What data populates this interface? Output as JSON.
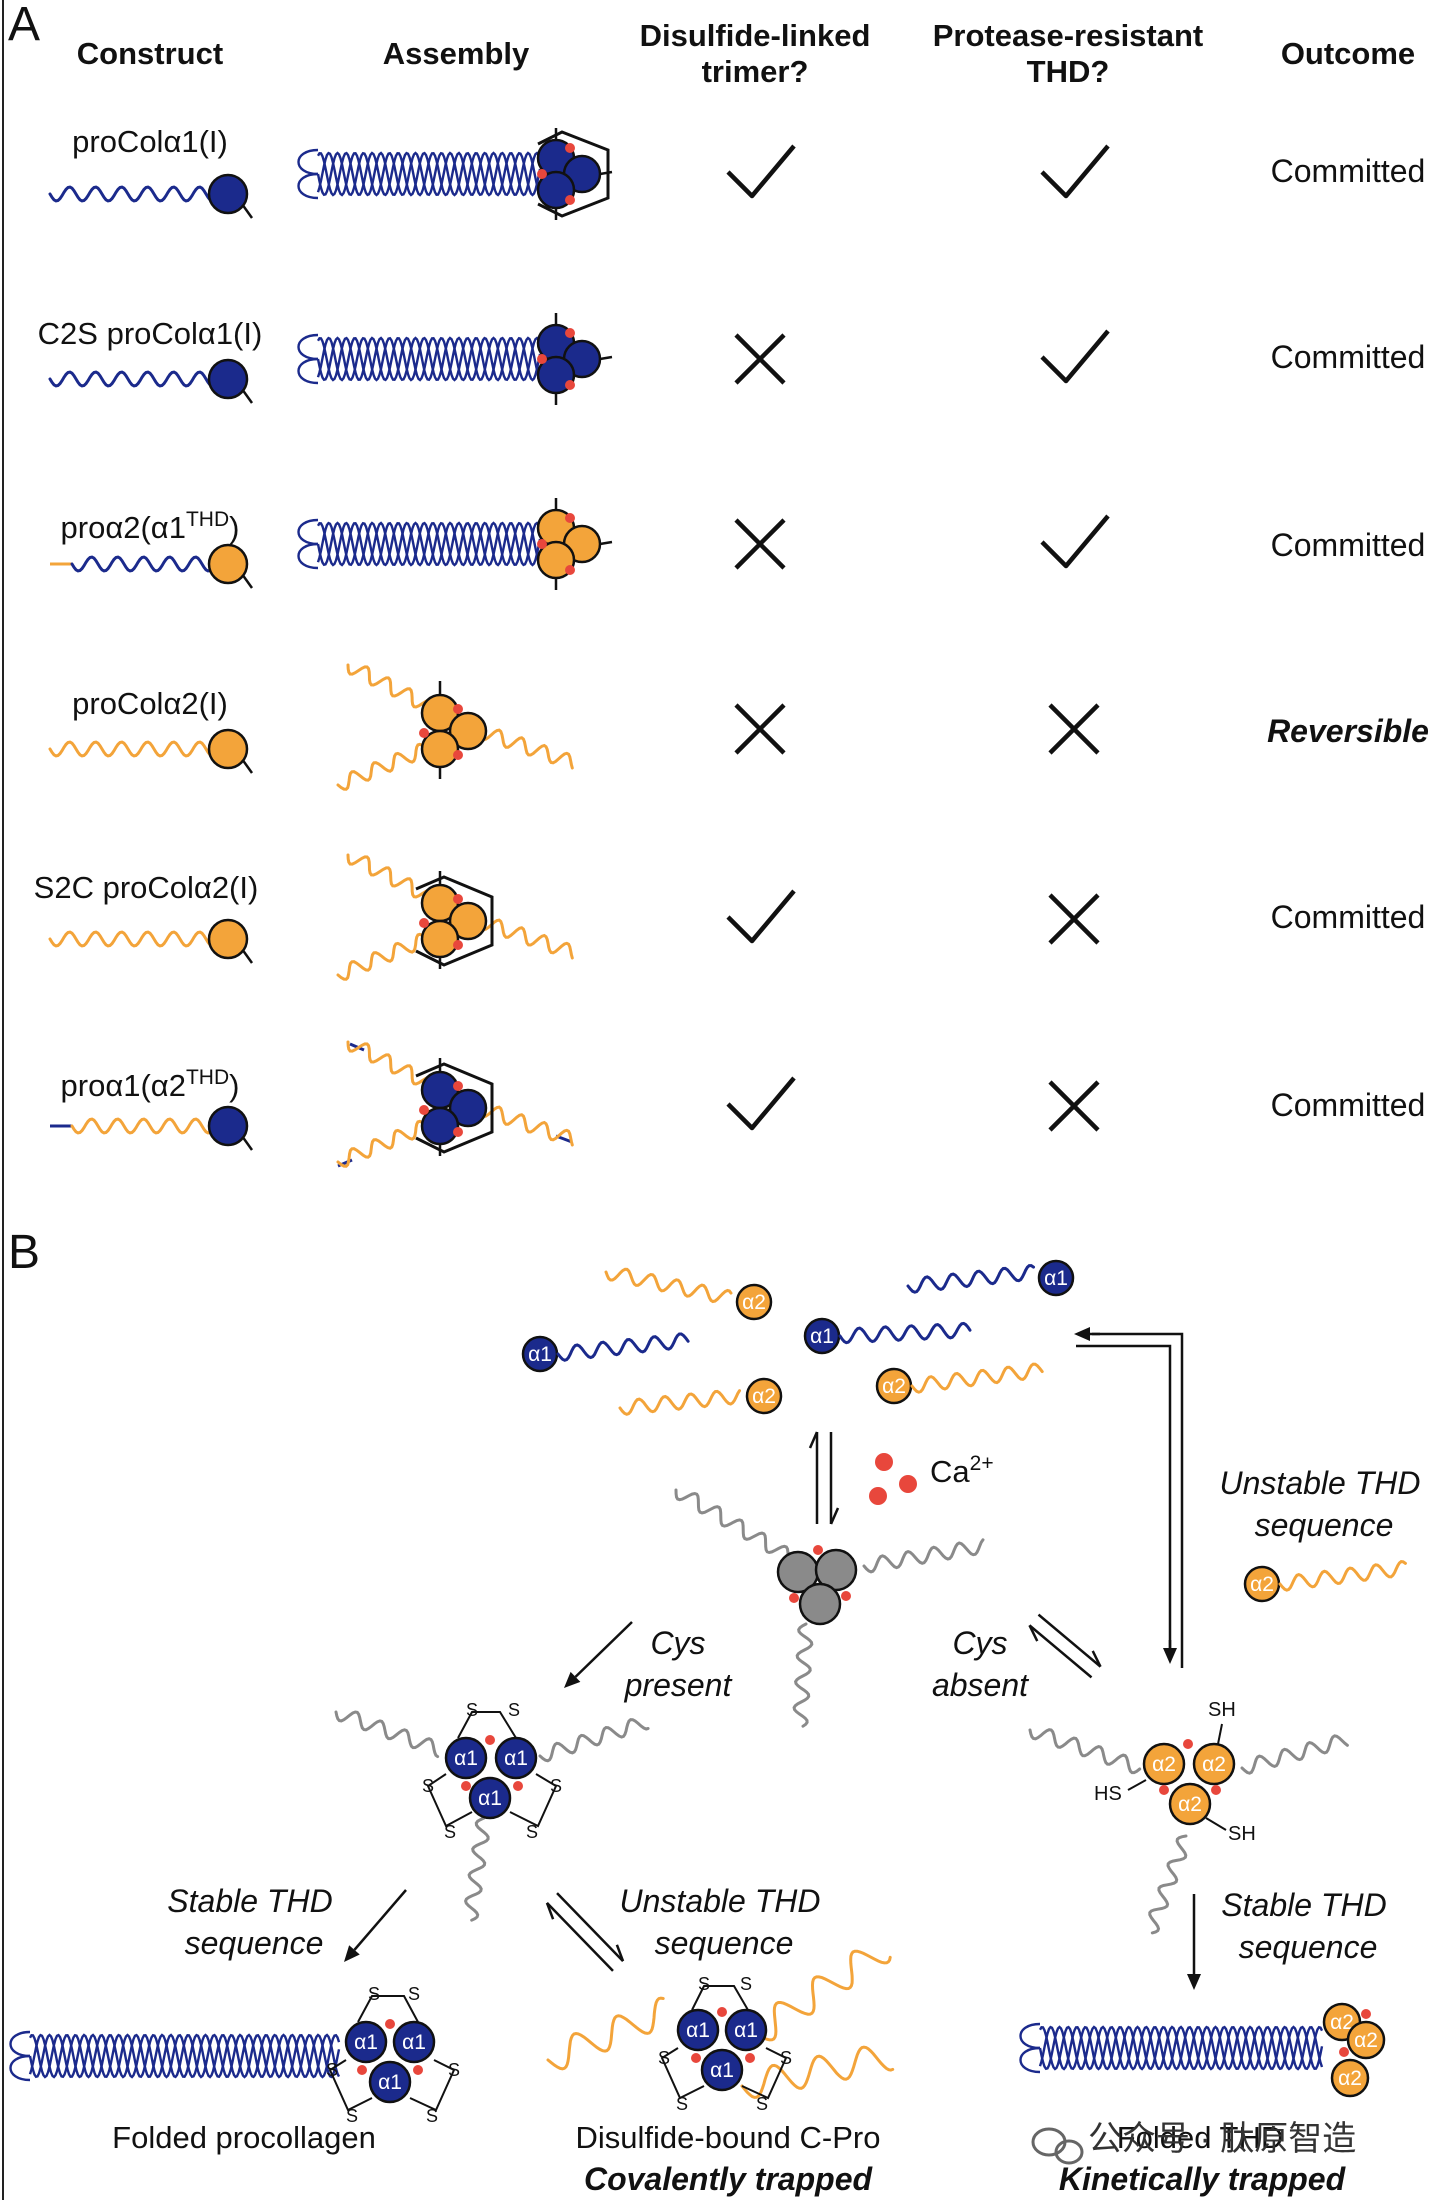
{
  "panel_a": {
    "letter": "A",
    "headers": {
      "construct": "Construct",
      "assembly": "Assembly",
      "disulfide_line1": "Disulfide-linked",
      "disulfide_line2": "trimer?",
      "protease_line1": "Protease-resistant",
      "protease_line2": "THD?",
      "outcome": "Outcome"
    },
    "rows": [
      {
        "construct": "proColα1(I)",
        "disulfide": "check",
        "protease": "check",
        "outcome": "Committed"
      },
      {
        "construct": "C2S proColα1(I)",
        "disulfide": "cross",
        "protease": "check",
        "outcome": "Committed"
      },
      {
        "construct": "proα2(α1",
        "construct_sup": "THD",
        "construct_end": ")",
        "disulfide": "cross",
        "protease": "check",
        "outcome": "Committed"
      },
      {
        "construct": "proColα2(I)",
        "disulfide": "cross",
        "protease": "cross",
        "outcome": "Reversible"
      },
      {
        "construct": "S2C proColα2(I)",
        "disulfide": "check",
        "protease": "cross",
        "outcome": "Committed"
      },
      {
        "construct": "proα1(α2",
        "construct_sup": "THD",
        "construct_end": ")",
        "disulfide": "check",
        "protease": "cross",
        "outcome": "Committed"
      }
    ]
  },
  "panel_b": {
    "letter": "B",
    "ca_label": "Ca",
    "ca_sup": "2+",
    "chain_a1": "α1",
    "chain_a2": "α2",
    "cys_present_1": "Cys",
    "cys_present_2": "present",
    "cys_absent_1": "Cys",
    "cys_absent_2": "absent",
    "unstable_top_1": "Unstable THD",
    "unstable_top_2": "sequence",
    "stable_left_1": "Stable THD",
    "stable_left_2": "sequence",
    "unstable_mid_1": "Unstable THD",
    "unstable_mid_2": "sequence",
    "stable_right_1": "Stable THD",
    "stable_right_2": "sequence",
    "sulfur": "S",
    "thiol": "SH",
    "thiol_left": "HS",
    "folded_procollagen": "Folded procollagen",
    "disulfide_bound": "Disulfide-bound C-Pro",
    "covalently_trapped": "Covalently trapped",
    "folded_thd": "Folded THD",
    "kinetically_trapped": "Kinetically trapped"
  },
  "watermark": "公众号 · 肽原智造",
  "colors": {
    "alpha1": "#1b2a8c",
    "alpha2": "#f3a43a",
    "grey": "#8a8a8a",
    "calcium": "#e8473c"
  }
}
